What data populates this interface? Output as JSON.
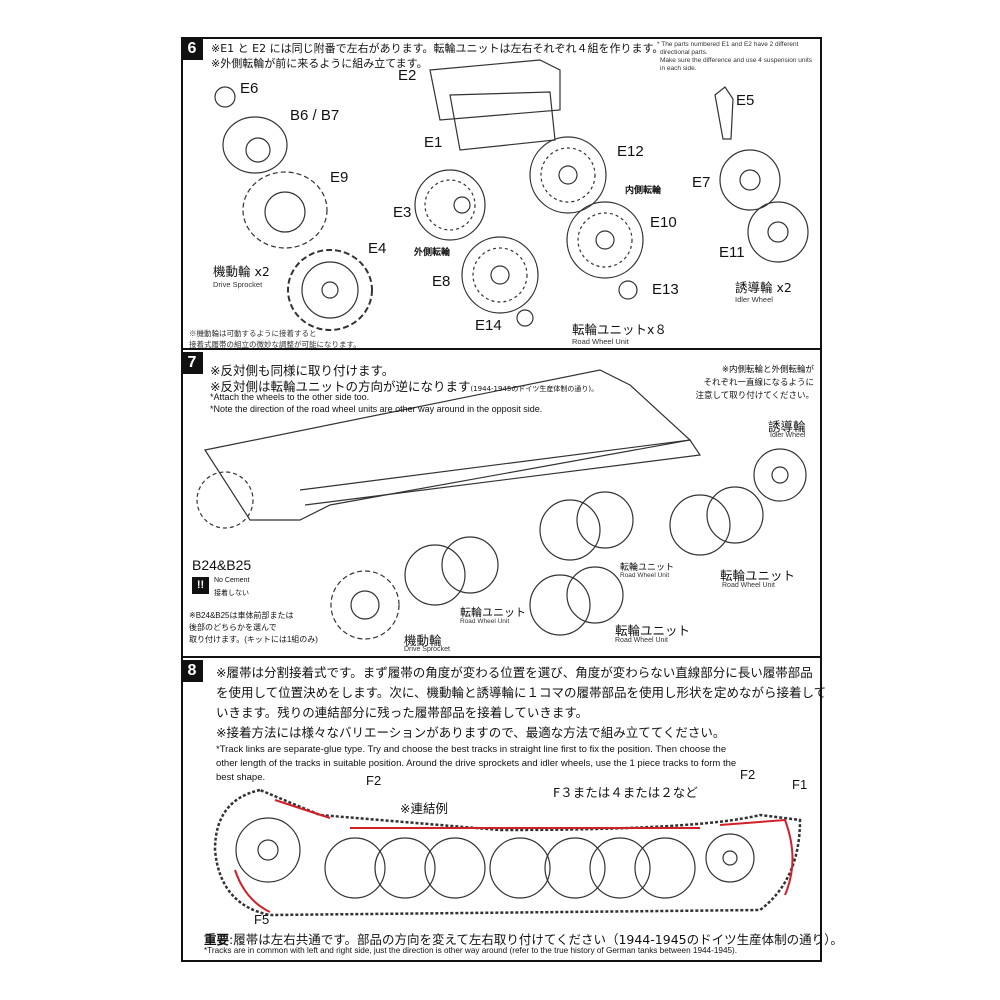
{
  "step6": {
    "number": "6",
    "line1": "※E1 と E2 には同じ附番で左右があります。転輪ユニットは左右それぞれ４組を作ります。",
    "line2": "※外側転輪が前に来るように組み立てます。",
    "note_en1": "* The parts numbered E1 and E2 have 2 different",
    "note_en2": "directional parts.",
    "note_en3": "Make sure the difference and use 4 suspension units",
    "note_en4": "in each side.",
    "labels": {
      "E6": "E6",
      "B6B7": "B6 / B7",
      "E9": "E9",
      "E4": "E4",
      "E2": "E2",
      "E1": "E1",
      "E3": "E3",
      "E8": "E8",
      "E14": "E14",
      "E12": "E12",
      "E10": "E10",
      "E13": "E13",
      "E5": "E5",
      "E7": "E7",
      "E11": "E11"
    },
    "sprocket_jp": "機動輪 x2",
    "sprocket_en": "Drive Sprocket",
    "outer_wheel": "外側転輪",
    "inner_wheel": "内側転輪",
    "roadwheel_jp": "転輪ユニットx８",
    "roadwheel_en": "Road Wheel Unit",
    "idler_jp": "誘導輪 x2",
    "idler_en": "Idler Wheel",
    "note_jp1": "※機動輪は可動するように接着すると",
    "note_jp2": "接着式履帯の組立の微妙な調整が可能になります。"
  },
  "step7": {
    "number": "7",
    "line1": "※反対側も同様に取り付けます。",
    "line2": "※反対側は転輪ユニットの方向が逆になります",
    "line2_small": "(1944-1945のドイツ生産体制の通り)。",
    "en1": "*Attach the wheels to the other side too.",
    "en2": "*Note the direction of the road wheel units are other way around in the opposit side.",
    "right1": "※内側転輪と外側転輪が",
    "right2": "それぞれ一直線になるように",
    "right3": "注意して取り付けてください。",
    "idler_jp": "誘導輪",
    "idler_en": "Idler Wheel",
    "b24": "B24&B25",
    "warn": "!!",
    "nocement_en": "No Cement",
    "nocement_jp": "接着しない",
    "bnote1": "※B24&B25は車体前部または",
    "bnote2": "後部のどちらかを選んで",
    "bnote3": "取り付けます。(キットには1組のみ)",
    "sprocket_jp": "機動輪",
    "sprocket_en": "Drive Sprocket",
    "unit_jp": "転輪ユニット",
    "unit_en": "Road Wheel Unit"
  },
  "step8": {
    "number": "8",
    "jp1": "※履帯は分割接着式です。まず履帯の角度が変わる位置を選び、角度が変わらない直線部分に長い履帯部品",
    "jp2": "を使用して位置決めをします。次に、機動輪と誘導輪に１コマの履帯部品を使用し形状を定めながら接着して",
    "jp3": "いきます。残りの連結部分に残った履帯部品を接着していきます。",
    "jp4": "※接着方法には様々なバリエーションがありますので、最適な方法で組み立ててください。",
    "en1": "*Track links are separate-glue type. Try and choose the best tracks in straight line first to fix the position. Then choose the",
    "en2": "other length of the tracks in suitable position. Around the drive sprockets and idler wheels, use the 1 piece tracks to form the",
    "en3": "best shape.",
    "F2a": "F2",
    "F2b": "F2",
    "F1": "F1",
    "F5": "F5",
    "F3": "F３または４または２など",
    "example": "※連結例",
    "important_label": "重要",
    "important": ":履帯は左右共通です。部品の方向を変えて左右取り付けてください（1944-1945のドイツ生産体制の通り）。",
    "footer_en": "*Tracks are in common with left and right side, just the direction is other way around (refer to the true history of German tanks between 1944-1945)."
  },
  "colors": {
    "track_highlight": "#d0202a"
  }
}
